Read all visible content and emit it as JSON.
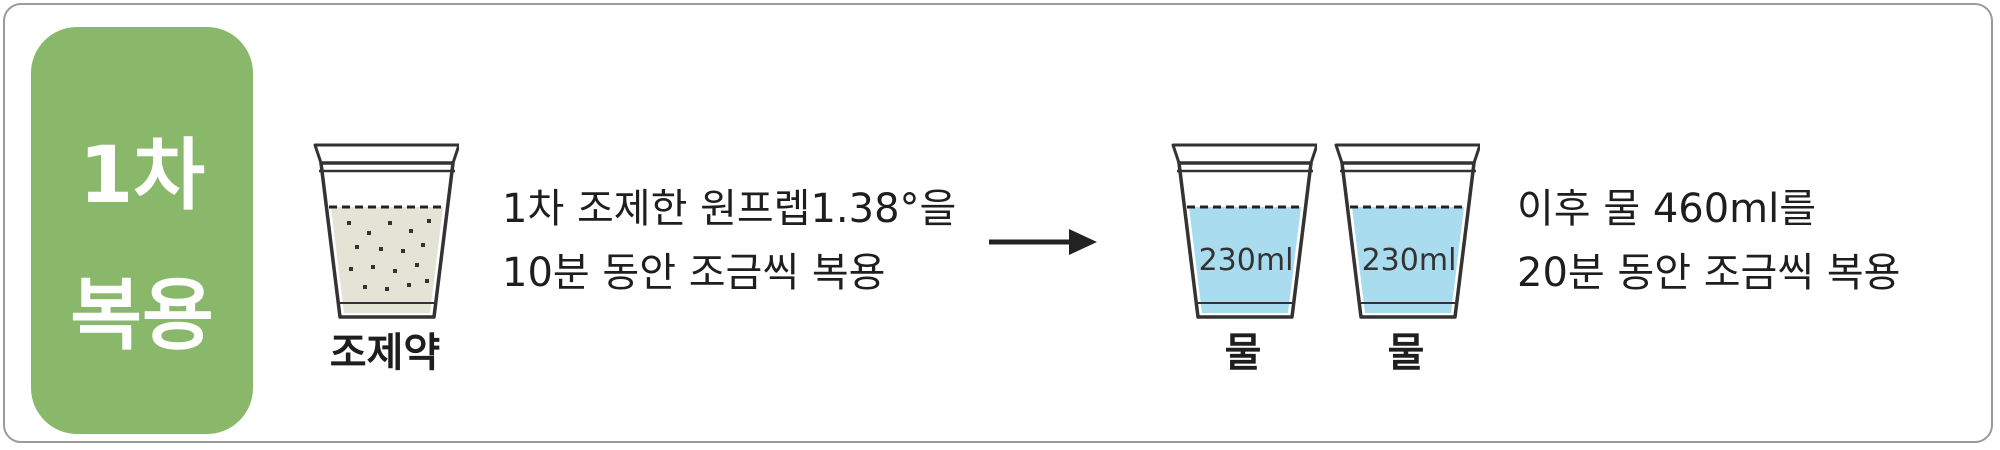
{
  "step": {
    "line1": "1차",
    "line2": "복용"
  },
  "medicine": {
    "label": "조제약",
    "description_line1": "1차 조제한 원프렙1.38°을",
    "description_line2": "10분 동안 조금씩 복용"
  },
  "water": {
    "cups": [
      {
        "volume": "230ml",
        "label": "물"
      },
      {
        "volume": "230ml",
        "label": "물"
      }
    ],
    "description_line1": "이후 물 460ml를",
    "description_line2": "20분 동안 조금씩 복용"
  },
  "colors": {
    "badge": "#89b86a",
    "water": "#a9dcef",
    "medicine_liquid": "#e3e3d6"
  },
  "icons": {
    "arrow": "arrow-right-icon"
  }
}
